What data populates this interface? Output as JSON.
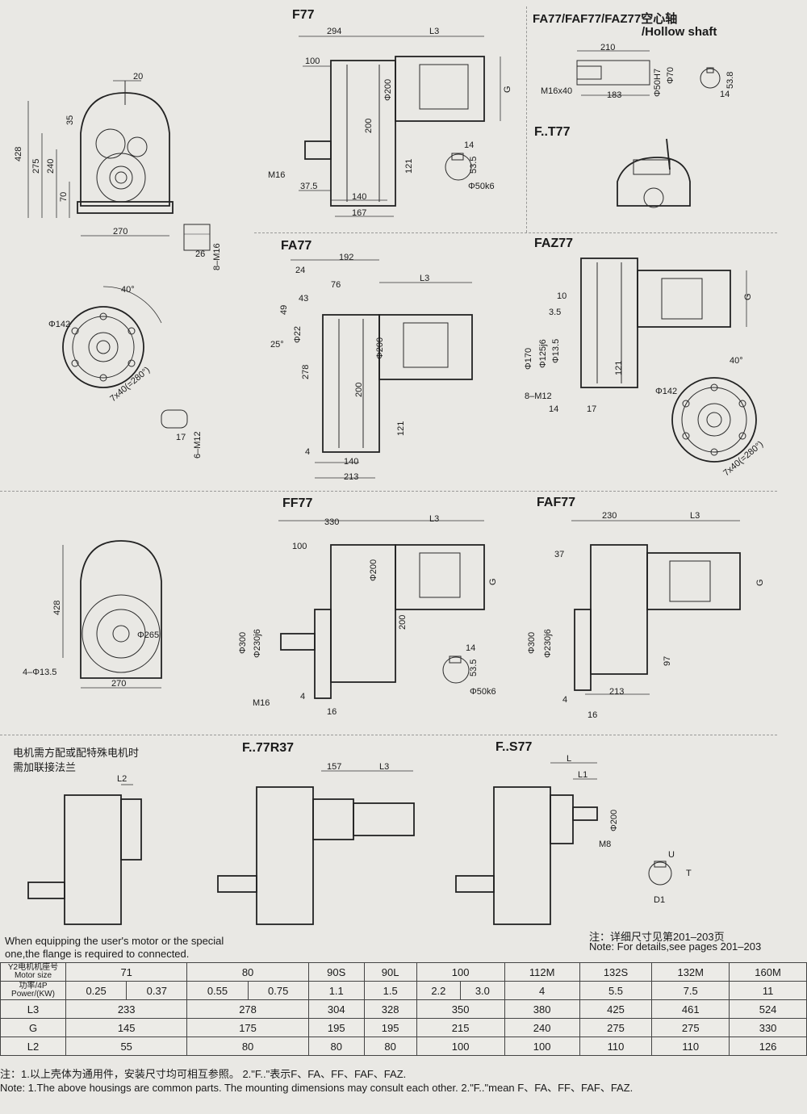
{
  "titles": {
    "f77": "F77",
    "fa77_hollow_cn": "FA77/FAF77/FAZ77空心轴",
    "fa77_hollow_en": "/Hollow shaft",
    "ft77": "F..T77",
    "fa77": "FA77",
    "faz77": "FAZ77",
    "ff77": "FF77",
    "faf77": "FAF77",
    "f77r37": "F..77R37",
    "fs77": "F..S77"
  },
  "notes": {
    "flange_cn_1": "电机需方配或配特殊电机时",
    "flange_cn_2": "需加联接法兰",
    "flange_en_1": "When equipping the user's motor or the special",
    "flange_en_2": "one,the flange is required to connected.",
    "details_cn": "注：详细尺寸见第201–203页",
    "details_en": "Note: For details,see pages 201–203"
  },
  "dims": {
    "d20": "20",
    "d35": "35",
    "d428": "428",
    "d275": "275",
    "d240": "240",
    "d70": "70",
    "d270": "270",
    "d26": "26",
    "m16_8": "8–M16",
    "f_294": "294",
    "f_L3": "L3",
    "f_100": "100",
    "f_G": "G",
    "f_phi200": "Φ200",
    "f_200": "200",
    "f_121": "121",
    "f_m16": "M16",
    "f_37_5": "37.5",
    "f_140": "140",
    "f_167": "167",
    "key_14": "14",
    "key_53_5": "53.5",
    "key_phi50k6": "Φ50k6",
    "h_210": "210",
    "h_183": "183",
    "h_m16x40": "M16x40",
    "h_phi50h7": "Φ50H7",
    "h_phi70": "Φ70",
    "h_53_8": "53.8",
    "h_14": "14",
    "fl_40deg": "40°",
    "fl_phi142": "Φ142",
    "fl_7x40": "7x40(=280°)",
    "s_17": "17",
    "s_6m12": "6–M12",
    "fa_192": "192",
    "fa_24": "24",
    "fa_76": "76",
    "fa_43": "43",
    "fa_49": "49",
    "fa_25deg": "25°",
    "fa_phi22": "Φ22",
    "fa_L3": "L3",
    "fa_phi200": "Φ200",
    "fa_278": "278",
    "fa_200": "200",
    "fa_121": "121",
    "fa_4": "4",
    "fa_140": "140",
    "fa_213": "213",
    "faz_10": "10",
    "faz_3_5": "3.5",
    "faz_phi170": "Φ170",
    "faz_phi125j6": "Φ125j6",
    "faz_phi13_5": "Φ13.5",
    "faz_121": "121",
    "faz_8m12": "8–M12",
    "faz_14": "14",
    "faz_17": "17",
    "faz_G": "G",
    "faz_40deg": "40°",
    "faz_phi142": "Φ142",
    "faz_7x40": "7x40(=280°)",
    "ffl_428": "428",
    "ffl_phi265": "Φ265",
    "ffl_4phi": "4–Φ13.5",
    "ffl_270": "270",
    "ff_330": "330",
    "ff_L3": "L3",
    "ff_100": "100",
    "ff_phi200": "Φ200",
    "ff_G": "G",
    "ff_phi300": "Φ300",
    "ff_phi230j6": "Φ230j6",
    "ff_200": "200",
    "ff_m16": "M16",
    "ff_4": "4",
    "ff_16": "16",
    "ffk_14": "14",
    "ffk_53_5": "53.5",
    "ffk_phi50k6": "Φ50k6",
    "faf_230": "230",
    "faf_L3": "L3",
    "faf_37": "37",
    "faf_G": "G",
    "faf_phi300": "Φ300",
    "faf_phi230j6": "Φ230j6",
    "faf_97": "97",
    "faf_213": "213",
    "faf_4": "4",
    "faf_16": "16",
    "l2": "L2",
    "r_157": "157",
    "r_L3": "L3",
    "s_L": "L",
    "s_L1": "L1",
    "s_phi200": "Φ200",
    "s_m8": "M8",
    "s_U": "U",
    "s_T": "T",
    "s_D1": "D1"
  },
  "table": {
    "row_labels": {
      "motor_cn": "Y2电机机座号",
      "motor_en": "Motor size",
      "power_cn": "功率/4P",
      "power_en": "Power/(KW)",
      "l3": "L3",
      "g": "G",
      "l2": "L2"
    },
    "motor_sizes": [
      "71",
      "80",
      "90S",
      "90L",
      "100",
      "112M",
      "132S",
      "132M",
      "160M"
    ],
    "powers": [
      "0.25",
      "0.37",
      "0.55",
      "0.75",
      "1.1",
      "1.5",
      "2.2",
      "3.0",
      "4",
      "5.5",
      "7.5",
      "11"
    ],
    "l3": [
      "233",
      "278",
      "304",
      "328",
      "350",
      "380",
      "425",
      "461",
      "524"
    ],
    "g": [
      "145",
      "175",
      "195",
      "195",
      "215",
      "240",
      "275",
      "275",
      "330"
    ],
    "l2": [
      "55",
      "80",
      "80",
      "80",
      "100",
      "100",
      "110",
      "110",
      "126"
    ]
  },
  "footnotes": {
    "cn": "注：1.以上壳体为通用件，安装尺寸均可相互参照。  2.\"F..\"表示F、FA、FF、FAF、FAZ.",
    "en": "Note: 1.The above housings are common parts. The mounting dimensions may consult each other.   2.\"F..\"mean F、FA、FF、FAF、FAZ."
  }
}
